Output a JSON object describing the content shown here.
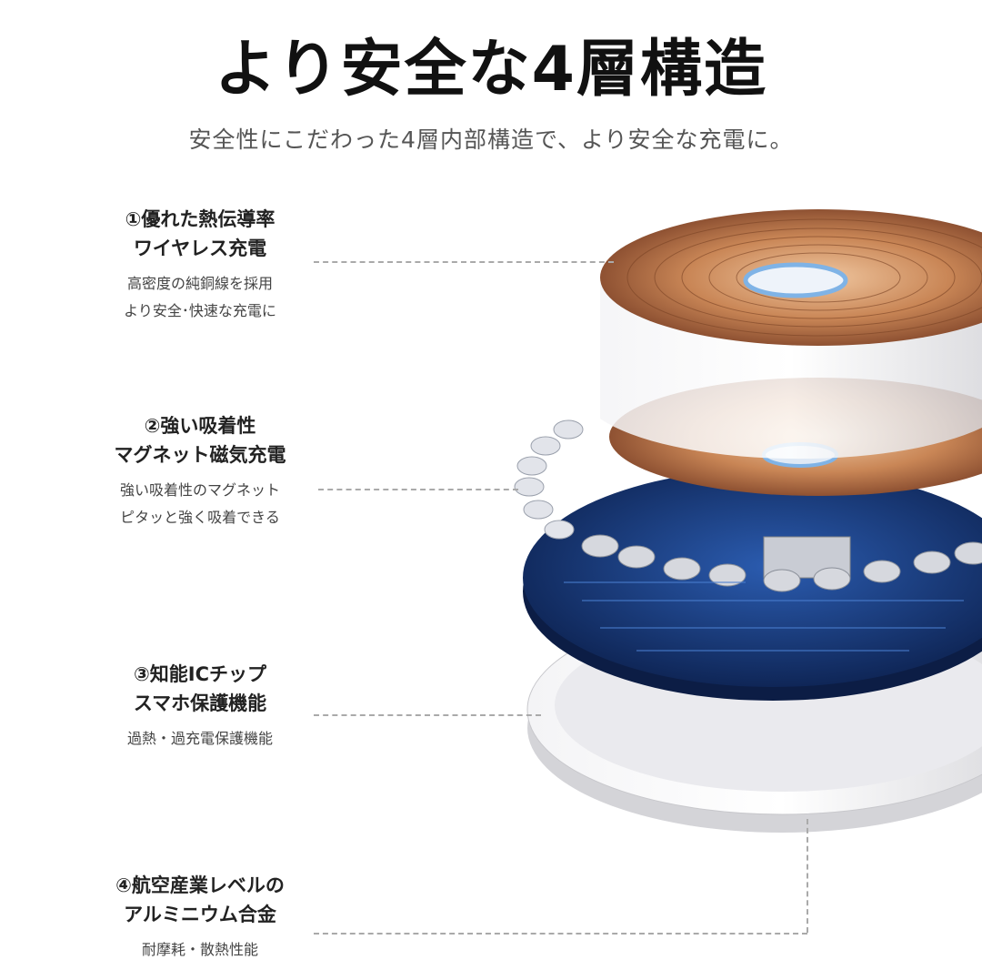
{
  "header": {
    "title": "より安全な4層構造",
    "subtitle": "安全性にこだわった4層内部構造で、より安全な充電に。"
  },
  "features": [
    {
      "heading_1": "①優れた熱伝導率",
      "heading_2": "ワイヤレス充電",
      "desc_1": "高密度の純銅線を採用",
      "desc_2": "より安全･快速な充電に"
    },
    {
      "heading_1": "②強い吸着性",
      "heading_2": "マグネット磁気充電",
      "desc_1": "強い吸着性のマグネット",
      "desc_2": "ピタッと強く吸着できる"
    },
    {
      "heading_1": "③知能ICチップ",
      "heading_2": "スマホ保護機能",
      "desc_1": "過熱・過充電保護機能"
    },
    {
      "heading_1": "④航空産業レベルの",
      "heading_2": "アルミニウム合金",
      "desc_1": "耐摩耗・散熱性能"
    }
  ],
  "colors": {
    "copper": "#c9875a",
    "pcb": "#1c3f86",
    "aluminum": "#e6e6e8",
    "ring": "#7fb3e6"
  }
}
